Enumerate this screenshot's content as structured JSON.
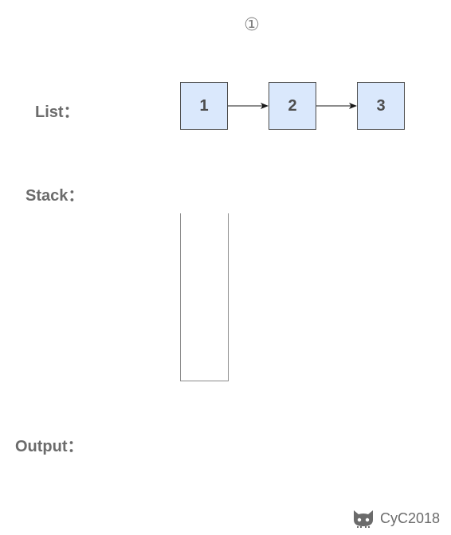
{
  "step": "①",
  "labels": {
    "list": "List：",
    "stack": "Stack：",
    "output": "Output："
  },
  "list_nodes": [
    "1",
    "2",
    "3"
  ],
  "stack_items": [],
  "output_items": [],
  "watermark": {
    "icon": "octocat-icon",
    "text": "CyC2018"
  },
  "colors": {
    "node_fill": "#dae8fc",
    "node_border": "#4d4d4d",
    "label_text": "#6b6b6b",
    "stack_border": "#8a8a8a"
  }
}
